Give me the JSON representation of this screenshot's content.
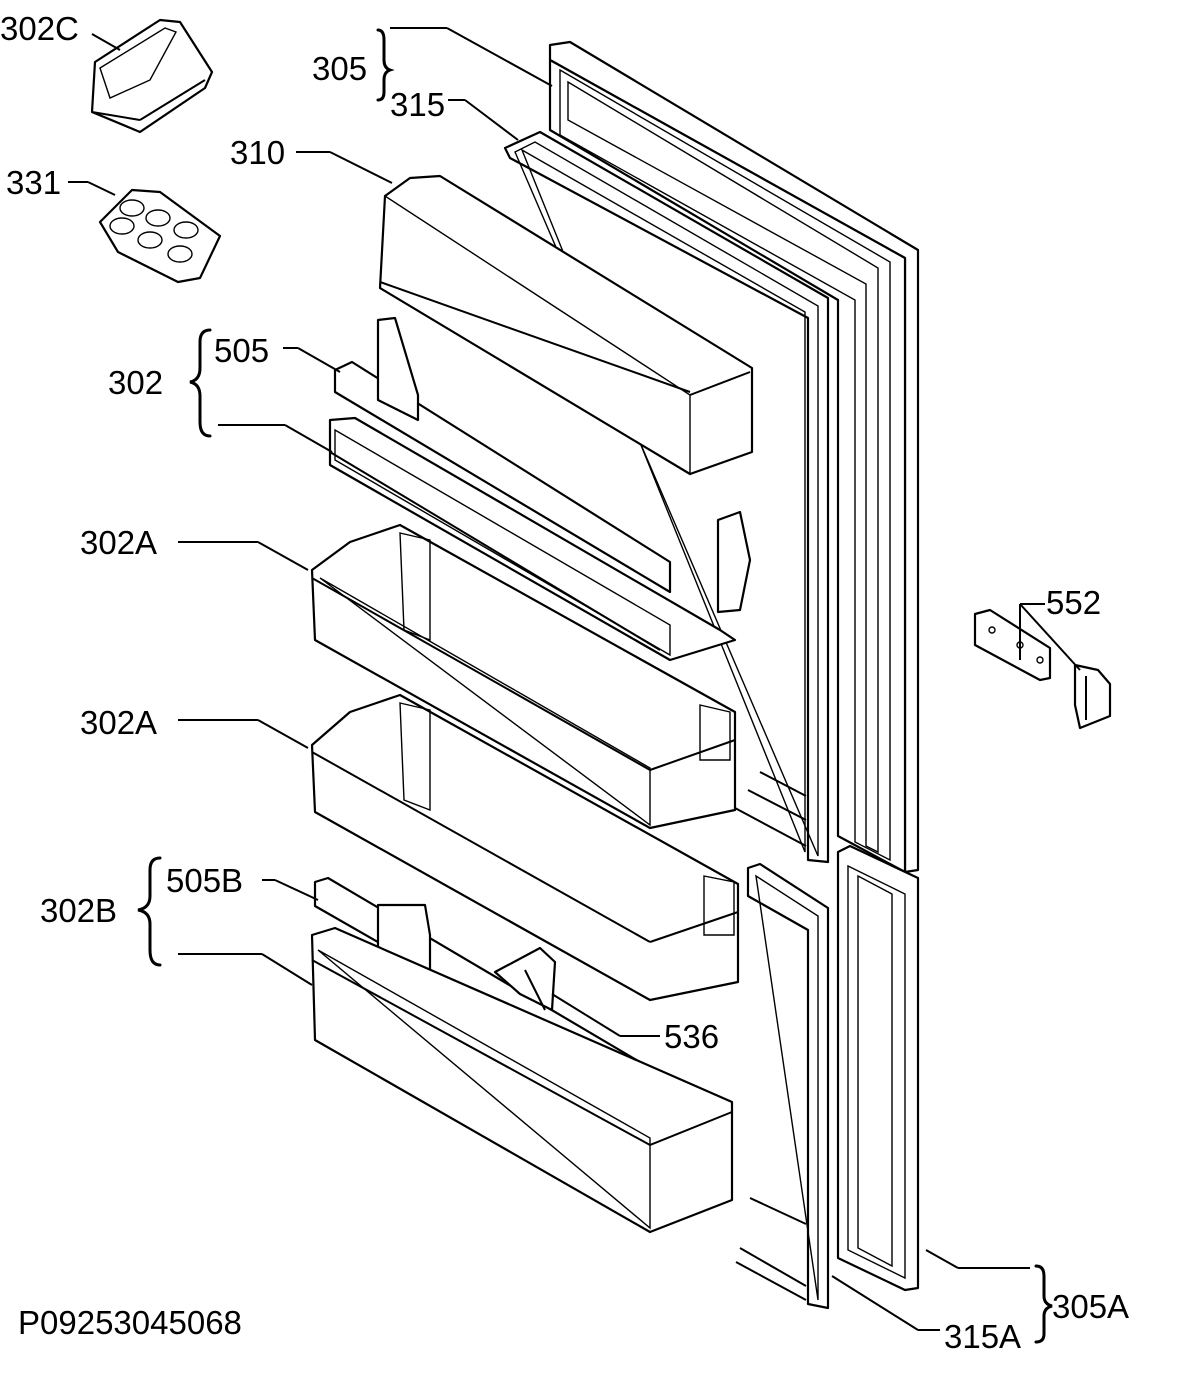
{
  "diagram": {
    "labels": {
      "p302C": "302C",
      "p331": "331",
      "p310": "310",
      "p305": "305",
      "p315": "315",
      "p302": "302",
      "p505": "505",
      "p302A_1": "302A",
      "p302A_2": "302A",
      "p302B": "302B",
      "p505B": "505B",
      "p536": "536",
      "p552": "552",
      "p305A": "305A",
      "p315A": "315A"
    },
    "reference_code": "P09253045068"
  }
}
